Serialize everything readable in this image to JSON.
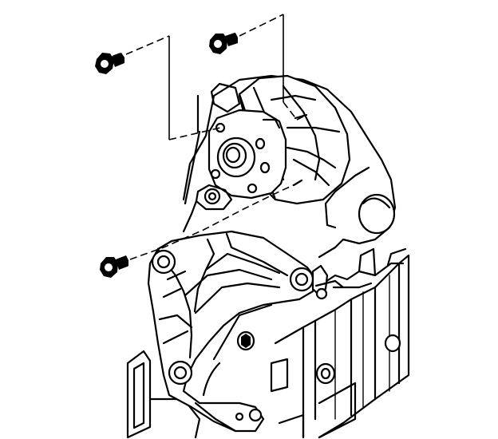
{
  "diagram": {
    "parts": [
      {
        "name": "bolt",
        "count": 3
      },
      {
        "name": "water-pump",
        "count": 1
      },
      {
        "name": "pump-mounting-bracket",
        "count": 1
      },
      {
        "name": "engine-block",
        "count": 1
      }
    ],
    "colors": {
      "line": "#000000",
      "background": "#ffffff"
    }
  }
}
